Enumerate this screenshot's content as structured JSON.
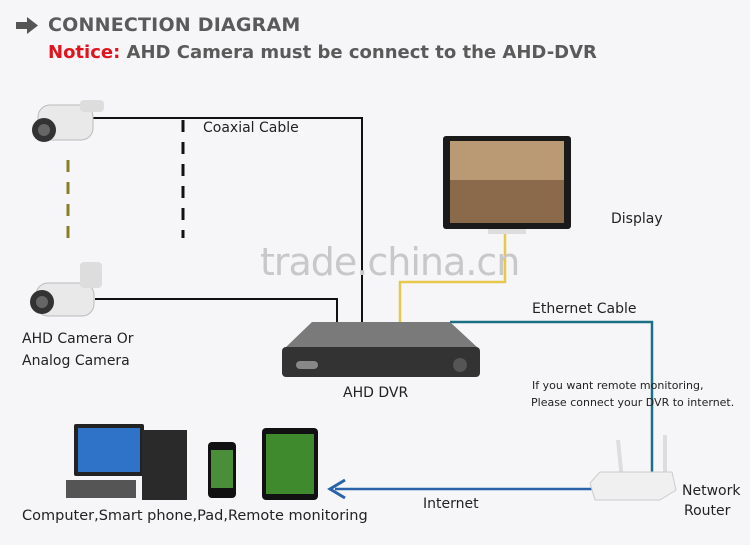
{
  "header": {
    "title": "CONNECTION DIAGRAM",
    "notice_label": "Notice:",
    "notice_text": " AHD Camera must be connect to the AHD-DVR"
  },
  "labels": {
    "coaxial": "Coaxial Cable",
    "display": "Display",
    "ethernet": "Ethernet Cable",
    "camera_line1": "AHD Camera Or",
    "camera_line2": "Analog Camera",
    "dvr": "AHD DVR",
    "remote_line1": "If you want remote monitoring,",
    "remote_line2": "Please connect your DVR to internet.",
    "internet": "Internet",
    "router_line1": "Network",
    "router_line2": "Router",
    "devices": "Computer,Smart phone,Pad,Remote monitoring"
  },
  "watermark": "trade.china.cn",
  "colors": {
    "notice": "#e0141e",
    "coax": "#111111",
    "video": "#e8c84a",
    "ethernet": "#1d6f86",
    "internet": "#2a62a8",
    "olive": "#8a7d2a"
  }
}
